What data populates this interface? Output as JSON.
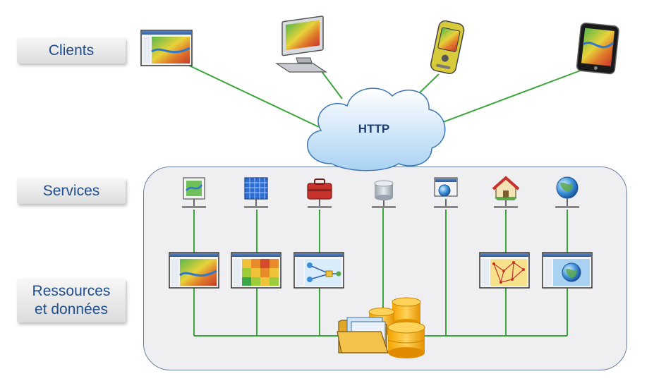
{
  "labels": {
    "clients": "Clients",
    "services": "Services",
    "resources": [
      "Ressources",
      "et données"
    ]
  },
  "cloud_label": "HTTP",
  "clients": [
    {
      "icon": "web-map-window-icon"
    },
    {
      "icon": "desktop-computer-icon"
    },
    {
      "icon": "gps-handheld-icon"
    },
    {
      "icon": "tablet-icon"
    }
  ],
  "services": [
    {
      "icon": "map-service-icon"
    },
    {
      "icon": "image-grid-service-icon"
    },
    {
      "icon": "geoprocessing-toolbox-icon"
    },
    {
      "icon": "database-service-icon"
    },
    {
      "icon": "globe-window-service-icon"
    },
    {
      "icon": "geocode-house-icon"
    },
    {
      "icon": "globe-service-icon"
    }
  ],
  "resources": [
    {
      "icon": "map-document-icon"
    },
    {
      "icon": "raster-document-icon"
    },
    {
      "icon": "model-document-icon"
    },
    {
      "icon": "network-document-icon"
    },
    {
      "icon": "globe-document-icon"
    }
  ],
  "storage": {
    "icon": "folder-and-databases-icon"
  },
  "colors": {
    "connector": "#3aa63a",
    "label_text": "#1f4e8c",
    "cloud_fill": "#cfe6f8",
    "panel_fill": "#efeff1"
  }
}
